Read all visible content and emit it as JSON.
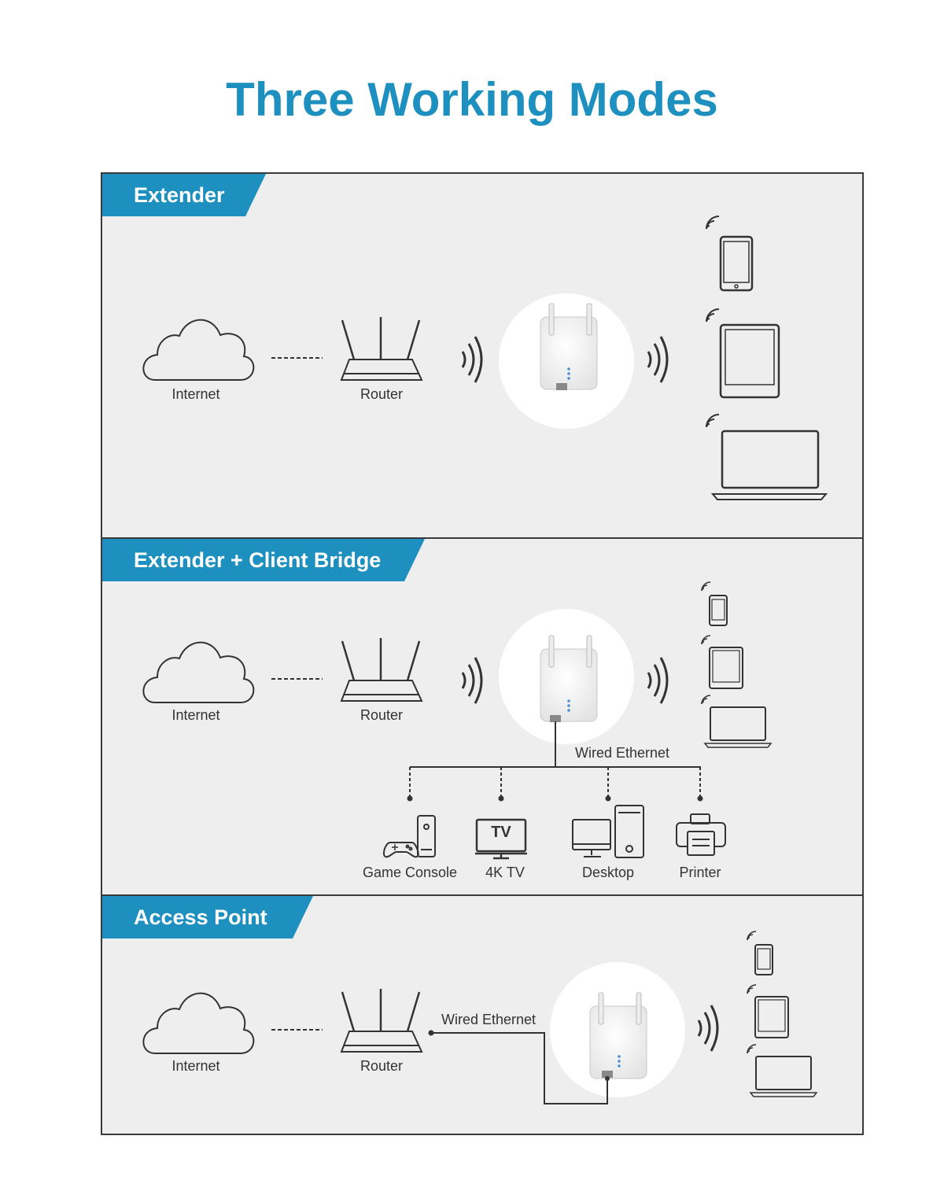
{
  "title": "Three Working Modes",
  "colors": {
    "accent": "#1e90bf",
    "panel_bg": "#eeeeee",
    "line": "#333333",
    "border": "#3a3a3a"
  },
  "modes": [
    {
      "name": "Extender",
      "labels": {
        "internet": "Internet",
        "router": "Router"
      }
    },
    {
      "name": "Extender + Client Bridge",
      "labels": {
        "internet": "Internet",
        "router": "Router",
        "wired": "Wired Ethernet",
        "game_console": "Game Console",
        "tv_caption": "4K TV",
        "tv_screen": "TV",
        "desktop": "Desktop",
        "printer": "Printer"
      }
    },
    {
      "name": "Access Point",
      "labels": {
        "internet": "Internet",
        "router": "Router",
        "wired": "Wired Ethernet"
      }
    }
  ]
}
